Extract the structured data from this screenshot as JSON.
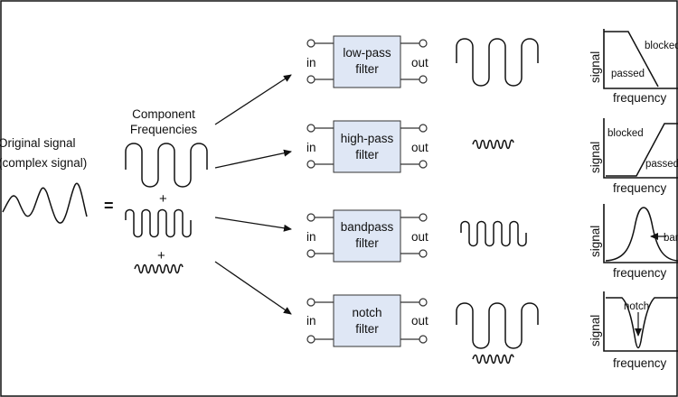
{
  "left": {
    "original_line1": "Original signal",
    "original_line2": "(complex signal)",
    "equals": "=",
    "component_line1": "Component",
    "component_line2": "Frequencies",
    "plus": "+"
  },
  "filters": [
    {
      "name": "low-pass",
      "line1": "low-pass",
      "line2": "filter",
      "in": "in",
      "out": "out"
    },
    {
      "name": "high-pass",
      "line1": "high-pass",
      "line2": "filter",
      "in": "in",
      "out": "out"
    },
    {
      "name": "bandpass",
      "line1": "bandpass",
      "line2": "filter",
      "in": "in",
      "out": "out"
    },
    {
      "name": "notch",
      "line1": "notch",
      "line2": "filter",
      "in": "in",
      "out": "out"
    }
  ],
  "plots": {
    "ylabel": "signal",
    "xlabel": "frequency",
    "lowpass": {
      "passed": "passed",
      "blocked": "blocked"
    },
    "highpass": {
      "passed": "passed",
      "blocked": "blocked"
    },
    "bandpass": {
      "band": "band"
    },
    "notch": {
      "notch": "notch"
    }
  }
}
